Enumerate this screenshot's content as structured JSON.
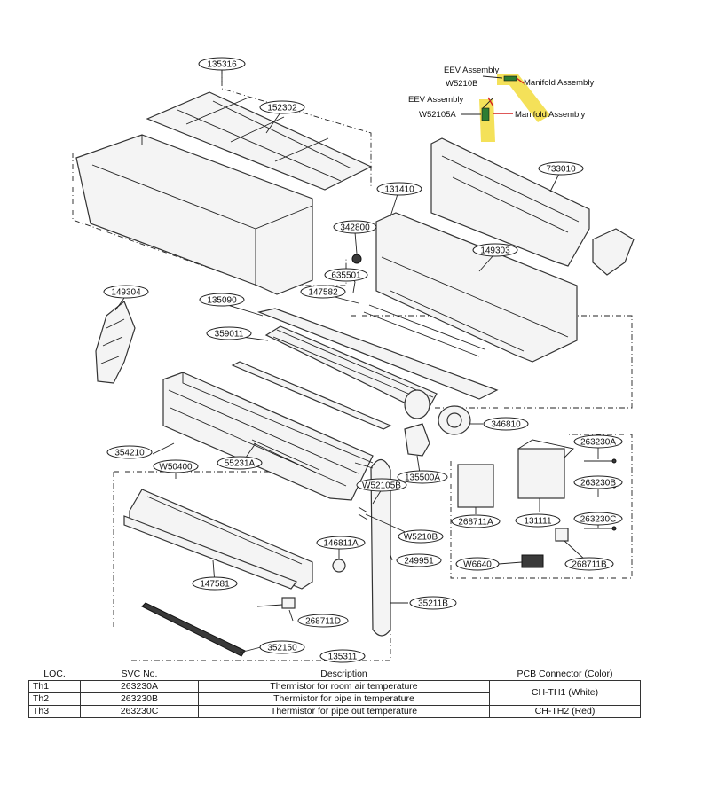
{
  "callouts": [
    {
      "id": "c135316",
      "text": "135316"
    },
    {
      "id": "c152302",
      "text": "152302"
    },
    {
      "id": "c131410",
      "text": "131410"
    },
    {
      "id": "c733010",
      "text": "733010"
    },
    {
      "id": "c342800",
      "text": "342800"
    },
    {
      "id": "c149303",
      "text": "149303"
    },
    {
      "id": "c635501",
      "text": "635501"
    },
    {
      "id": "c147582",
      "text": "147582"
    },
    {
      "id": "c149304",
      "text": "149304"
    },
    {
      "id": "c135090",
      "text": "135090"
    },
    {
      "id": "c359011",
      "text": "359011"
    },
    {
      "id": "c346810",
      "text": "346810"
    },
    {
      "id": "c354210",
      "text": "354210"
    },
    {
      "id": "cW50400",
      "text": "W50400"
    },
    {
      "id": "c55231A",
      "text": "55231A"
    },
    {
      "id": "c135500A",
      "text": "135500A"
    },
    {
      "id": "cW52105B",
      "text": "W52105B"
    },
    {
      "id": "cW5210B2",
      "text": "W5210B"
    },
    {
      "id": "c249951",
      "text": "249951"
    },
    {
      "id": "c146811A",
      "text": "146811A"
    },
    {
      "id": "c147581",
      "text": "147581"
    },
    {
      "id": "c268711D",
      "text": "268711D"
    },
    {
      "id": "c35211B",
      "text": "35211B"
    },
    {
      "id": "c352150",
      "text": "352150"
    },
    {
      "id": "c135311",
      "text": "135311"
    },
    {
      "id": "c263230A",
      "text": "263230A"
    },
    {
      "id": "c263230B",
      "text": "263230B"
    },
    {
      "id": "c263230C",
      "text": "263230C"
    },
    {
      "id": "c268711A",
      "text": "268711A"
    },
    {
      "id": "c131111",
      "text": "131111"
    },
    {
      "id": "cW6640",
      "text": "W6640"
    },
    {
      "id": "c268711B",
      "text": "268711B"
    }
  ],
  "pipe_labels": {
    "eev1": "EEV Assembly",
    "w5210b": "W5210B",
    "manifold1": "Manifold Assembly",
    "eev2": "EEV Assembly",
    "w52105a": "W52105A",
    "manifold2": "Manifold Assembly"
  },
  "table": {
    "headers": [
      "LOC.",
      "SVC No.",
      "Description",
      "PCB Connector (Color)"
    ],
    "rows": [
      {
        "loc": "Th1",
        "svc": "263230A",
        "desc": "Thermistor for room air temperature"
      },
      {
        "loc": "Th2",
        "svc": "263230B",
        "desc": "Thermistor for pipe in temperature"
      },
      {
        "loc": "Th3",
        "svc": "263230C",
        "desc": "Thermistor for pipe out temperature"
      }
    ],
    "connectors": [
      "CH-TH1 (White)",
      "CH-TH2 (Red)"
    ]
  },
  "colors": {
    "highlight": "#f2dc3c",
    "arrow": "#d42020",
    "line": "#222222"
  }
}
